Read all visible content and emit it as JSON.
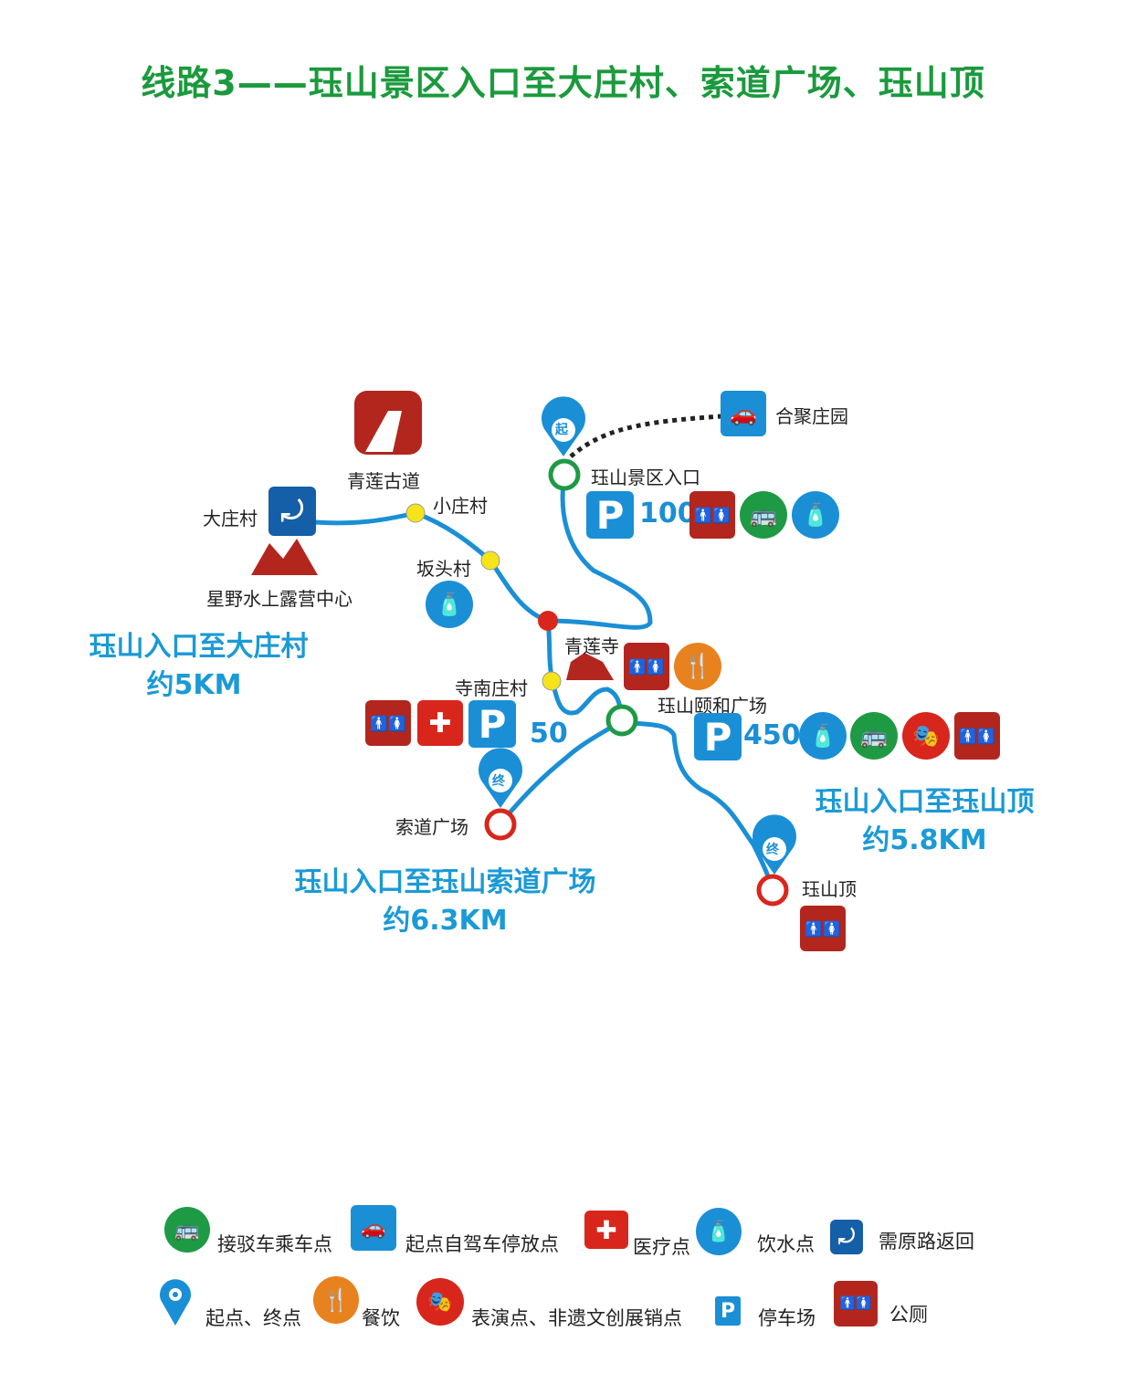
{
  "title": "线路3——珏山景区入口至大庄村、索道广场、珏山顶",
  "places": {
    "heju": "合聚庄园",
    "entrance": "珏山景区入口",
    "qinglian_road": "青莲古道",
    "xiaozhuang": "小庄村",
    "dazhuang": "大庄村",
    "camp": "星野水上露营中心",
    "bantou": "坂头村",
    "qinglian_temple": "青莲寺",
    "sinanzhuang": "寺南庄村",
    "yihe": "珏山颐和广场",
    "cableway": "索道广场",
    "summit": "珏山顶"
  },
  "parking": {
    "entrance": "100",
    "sinanzhuang": "50",
    "yihe": "450"
  },
  "glyphs": {
    "parking": "P",
    "start": "起",
    "end": "终",
    "uturn": "⤾",
    "medical": "✚",
    "toilet": "🚹🚺",
    "water": "🧴",
    "bus": "🚌",
    "food": "🍴",
    "car": "🚗",
    "show": "🎭"
  },
  "routes": [
    {
      "name": "珏山入口至大庄村",
      "distance": "约5KM"
    },
    {
      "name": "珏山入口至珏山顶",
      "distance": "约5.8KM"
    },
    {
      "name": "珏山入口至珏山索道广场",
      "distance": "约6.3KM"
    }
  ],
  "legend": [
    {
      "icon": "bus-icon",
      "label": "接驳车乘车点"
    },
    {
      "icon": "self-drive-parking-icon",
      "label": "起点自驾车停放点"
    },
    {
      "icon": "medical-icon",
      "label": "医疗点"
    },
    {
      "icon": "water-icon",
      "label": "饮水点"
    },
    {
      "icon": "u-turn-icon",
      "label": "需原路返回"
    },
    {
      "icon": "pin-icon",
      "label": "起点、终点"
    },
    {
      "icon": "food-icon",
      "label": "餐饮"
    },
    {
      "icon": "performance-icon",
      "label": "表演点、非遗文创展销点"
    },
    {
      "icon": "parking-icon",
      "label": "停车场"
    },
    {
      "icon": "toilet-icon",
      "label": "公厕"
    }
  ],
  "colors": {
    "route": "#1a8fd6",
    "title": "#1a9a3c",
    "toilet": "#b3261e",
    "bus": "#1e9a45"
  }
}
